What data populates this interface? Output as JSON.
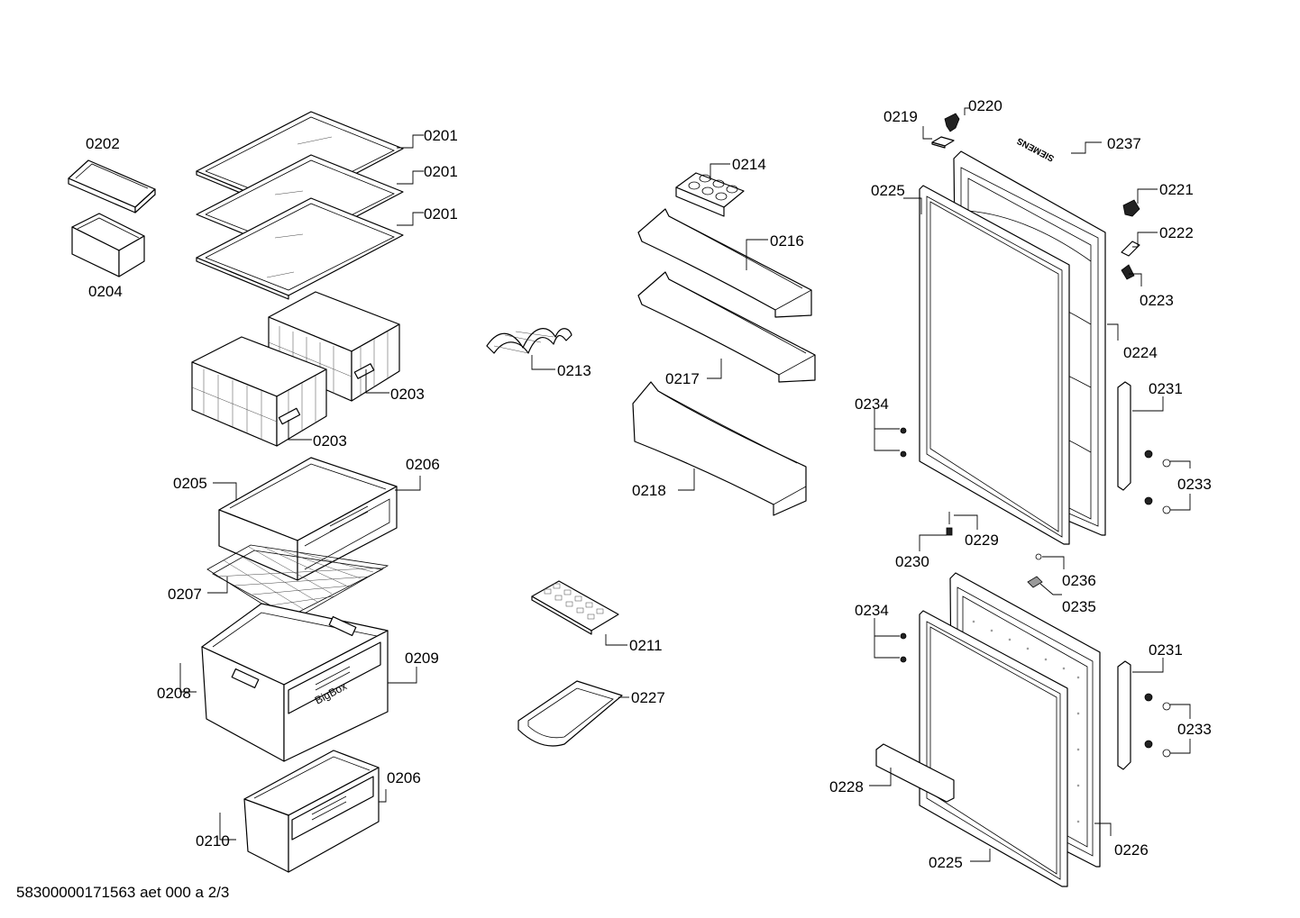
{
  "labels": {
    "p0201a": "0201",
    "p0201b": "0201",
    "p0201c": "0201",
    "p0202": "0202",
    "p0203a": "0203",
    "p0203b": "0203",
    "p0204": "0204",
    "p0205": "0205",
    "p0206a": "0206",
    "p0206b": "0206",
    "p0207": "0207",
    "p0208": "0208",
    "p0209": "0209",
    "p0210": "0210",
    "p0211": "0211",
    "p0213": "0213",
    "p0214": "0214",
    "p0216": "0216",
    "p0217": "0217",
    "p0218": "0218",
    "p0219": "0219",
    "p0220": "0220",
    "p0221": "0221",
    "p0222": "0222",
    "p0223": "0223",
    "p0224": "0224",
    "p0225a": "0225",
    "p0225b": "0225",
    "p0226": "0226",
    "p0227": "0227",
    "p0228": "0228",
    "p0229": "0229",
    "p0230": "0230",
    "p0231a": "0231",
    "p0231b": "0231",
    "p0233a": "0233",
    "p0233b": "0233",
    "p0234a": "0234",
    "p0234b": "0234",
    "p0235": "0235",
    "p0236": "0236",
    "p0237": "0237"
  },
  "crisper_print": "BigBox",
  "door_brand": "SIEMENS",
  "footer": "58300000171563 aet 000 a 2/3"
}
